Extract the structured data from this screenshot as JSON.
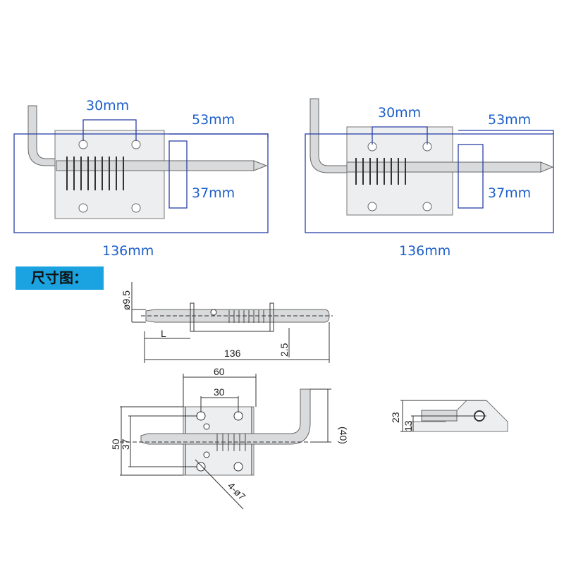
{
  "photos": [
    {
      "width_label": "30mm",
      "length_label": "53mm",
      "height_label": "37mm",
      "total_label": "136mm"
    },
    {
      "width_label": "30mm",
      "length_label": "53mm",
      "height_label": "37mm",
      "total_label": "136mm"
    }
  ],
  "section_label": "尺寸图：",
  "side_view": {
    "diameter": "ø9.5",
    "l_label": "L",
    "total": "136",
    "offset": "2.5"
  },
  "front_view": {
    "plate_width": "60",
    "hole_spacing": "30",
    "plate_height": "50",
    "hole_vertical": "37",
    "handle_height": "(40)",
    "holes": "4-ø7"
  },
  "end_view": {
    "height": "23",
    "center": "13"
  },
  "colors": {
    "dimension_blue": "#2a3fa8",
    "text_blue": "#1d5fc9",
    "badge": "#1aa3e0"
  }
}
